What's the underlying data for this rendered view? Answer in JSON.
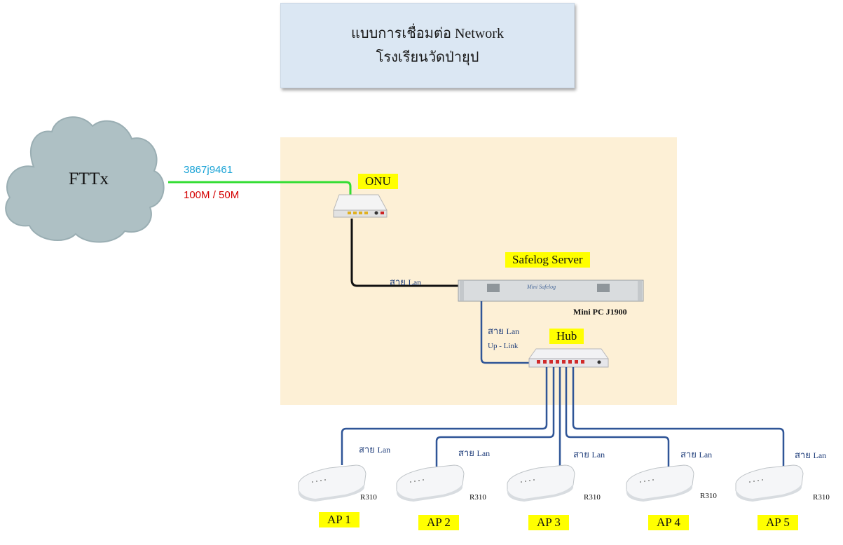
{
  "title": {
    "line1": "แบบการเชื่อมต่อ Network",
    "line2": "โรงเรียนวัดป่ายุป"
  },
  "cloud": {
    "label": "FTTx"
  },
  "fiber": {
    "circuit_id": "3867j9461",
    "speed": "100M / 50M",
    "circuit_color": "#1aa3d6",
    "speed_color": "#d40000",
    "line_color": "#33dd33"
  },
  "onu": {
    "label": "ONU"
  },
  "server": {
    "label": "Safelog Server",
    "model": "Mini PC J1900"
  },
  "hub": {
    "label": "Hub"
  },
  "links": {
    "onu_server": {
      "th": "สาย",
      "en": "Lan"
    },
    "server_hub": {
      "th": "สาย",
      "en": "Lan",
      "note": "Up - Link"
    }
  },
  "access_points": [
    {
      "label": "AP 1",
      "model": "R310",
      "cable_th": "สาย",
      "cable_en": "Lan"
    },
    {
      "label": "AP 2",
      "model": "R310",
      "cable_th": "สาย",
      "cable_en": "Lan"
    },
    {
      "label": "AP 3",
      "model": "R310",
      "cable_th": "สาย",
      "cable_en": "Lan"
    },
    {
      "label": "AP 4",
      "model": "R310",
      "cable_th": "สาย",
      "cable_en": "Lan"
    },
    {
      "label": "AP 5",
      "model": "R310",
      "cable_th": "สาย",
      "cable_en": "Lan"
    }
  ],
  "colors": {
    "zone": "#fdf0d6",
    "title_box": "#dbe7f3",
    "cloud": "#aec0c4",
    "lan_cable": "#2f5597",
    "highlight": "#ffff00"
  }
}
